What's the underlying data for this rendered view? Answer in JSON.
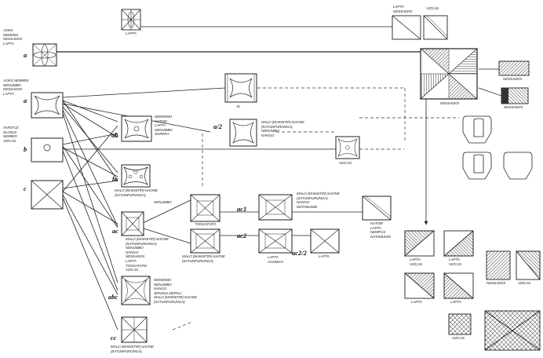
{
  "nodes": {
    "top_center": {
      "label": "LAPTA"
    },
    "top_right_a": {
      "label": "LAPTA\nNESSADIOI"
    },
    "top_right_b": {
      "label": "VIZCAS"
    },
    "big_square": {
      "label": "NESSADIOI"
    },
    "right_sq1": {
      "label": "NESSADIOI"
    },
    "right_sq2": {
      "label": "NESSADIOI"
    },
    "tl_group": {
      "code": "a",
      "label": "AOKS\nNEMMISI\nNESSADIOI\nLAPTA"
    },
    "a_node": {
      "code": "a",
      "label": "AOKS NEMMISI\nNENUMBO\nNESSADIOI\nLAPTA"
    },
    "b_node": {
      "code": "b",
      "label": "TARSTLE\nSLOSLE\nNEMBOI\nVIZCAS"
    },
    "c_node": {
      "code": "c",
      "label": ""
    },
    "ab_node": {
      "code": "ab",
      "label": "NEMMISEI\nNATOM\nLAPTA\nNENUMBO\nSOPERA"
    },
    "a2_node": {
      "code": "a/2",
      "label": "Xc"
    },
    "a2_mid": {
      "label": "MALO (MAINSTIR) NAONE\n(SATUNFURUNGA)\nNENUMBO\nNANGO"
    },
    "a2_right": {
      "label": "VIZCAS"
    },
    "bc_node": {
      "code": "bc",
      "label": "MALO (MAINSTIR) NAONE\n(SATUNFURUNGA)"
    },
    "bc_extra": {
      "label": "NENUMBO"
    },
    "ac_node": {
      "code": "ac",
      "label": "MALO (MAINSTIR) NAONE\n(SATUNFURUNGA)\nNENUMBO\nNANGO\nNESSADIOI\nLAPTA\nTONGATAPO\nVIZCAS"
    },
    "ac_center": {
      "label": "TONGATAPO"
    },
    "ac1": {
      "code": "ac1",
      "label": "MALO (MAINSTIR) NAONE\n(SATUNFURUNGA)\nNANGO\nMATAMUNDI"
    },
    "ac1_right": {
      "label": "NATOM\nLAPTA\nNEMPCS\nNATAMUNDI"
    },
    "ac2": {
      "code": "ac2",
      "label": "MALO (MAINSTIR) NAONE\n(SATUNFURUNGA)"
    },
    "ac2_mid": {
      "label": "LAPTA\nAOUMAO"
    },
    "ac2_2": {
      "code": "ac2/2",
      "label": "LAPTA"
    },
    "abc_node": {
      "code": "abc",
      "label": "NEMMISEI\nNENUMBO\nNANGO\nSPANGA MEPALI\nMALO (MAINSTIR) NAONE\n(SATUNFURUNGA)"
    },
    "cc_node": {
      "code": "cc",
      "label": "MALO (MAINSTIR) NAONE\n(SATUNFURUNGA)"
    },
    "br_1": {
      "label": "LAPTA\nVIZCAS"
    },
    "br_2": {
      "label": "LAPTA\nVIZCAS"
    },
    "br_3": {
      "label": "LAPTA"
    },
    "br_4": {
      "label": "LAPTA"
    },
    "br_5": {
      "label": "NESSADIOI"
    },
    "br_6": {
      "label": "VIZCAS"
    },
    "br_7": {
      "label": "VIZCAS"
    }
  }
}
